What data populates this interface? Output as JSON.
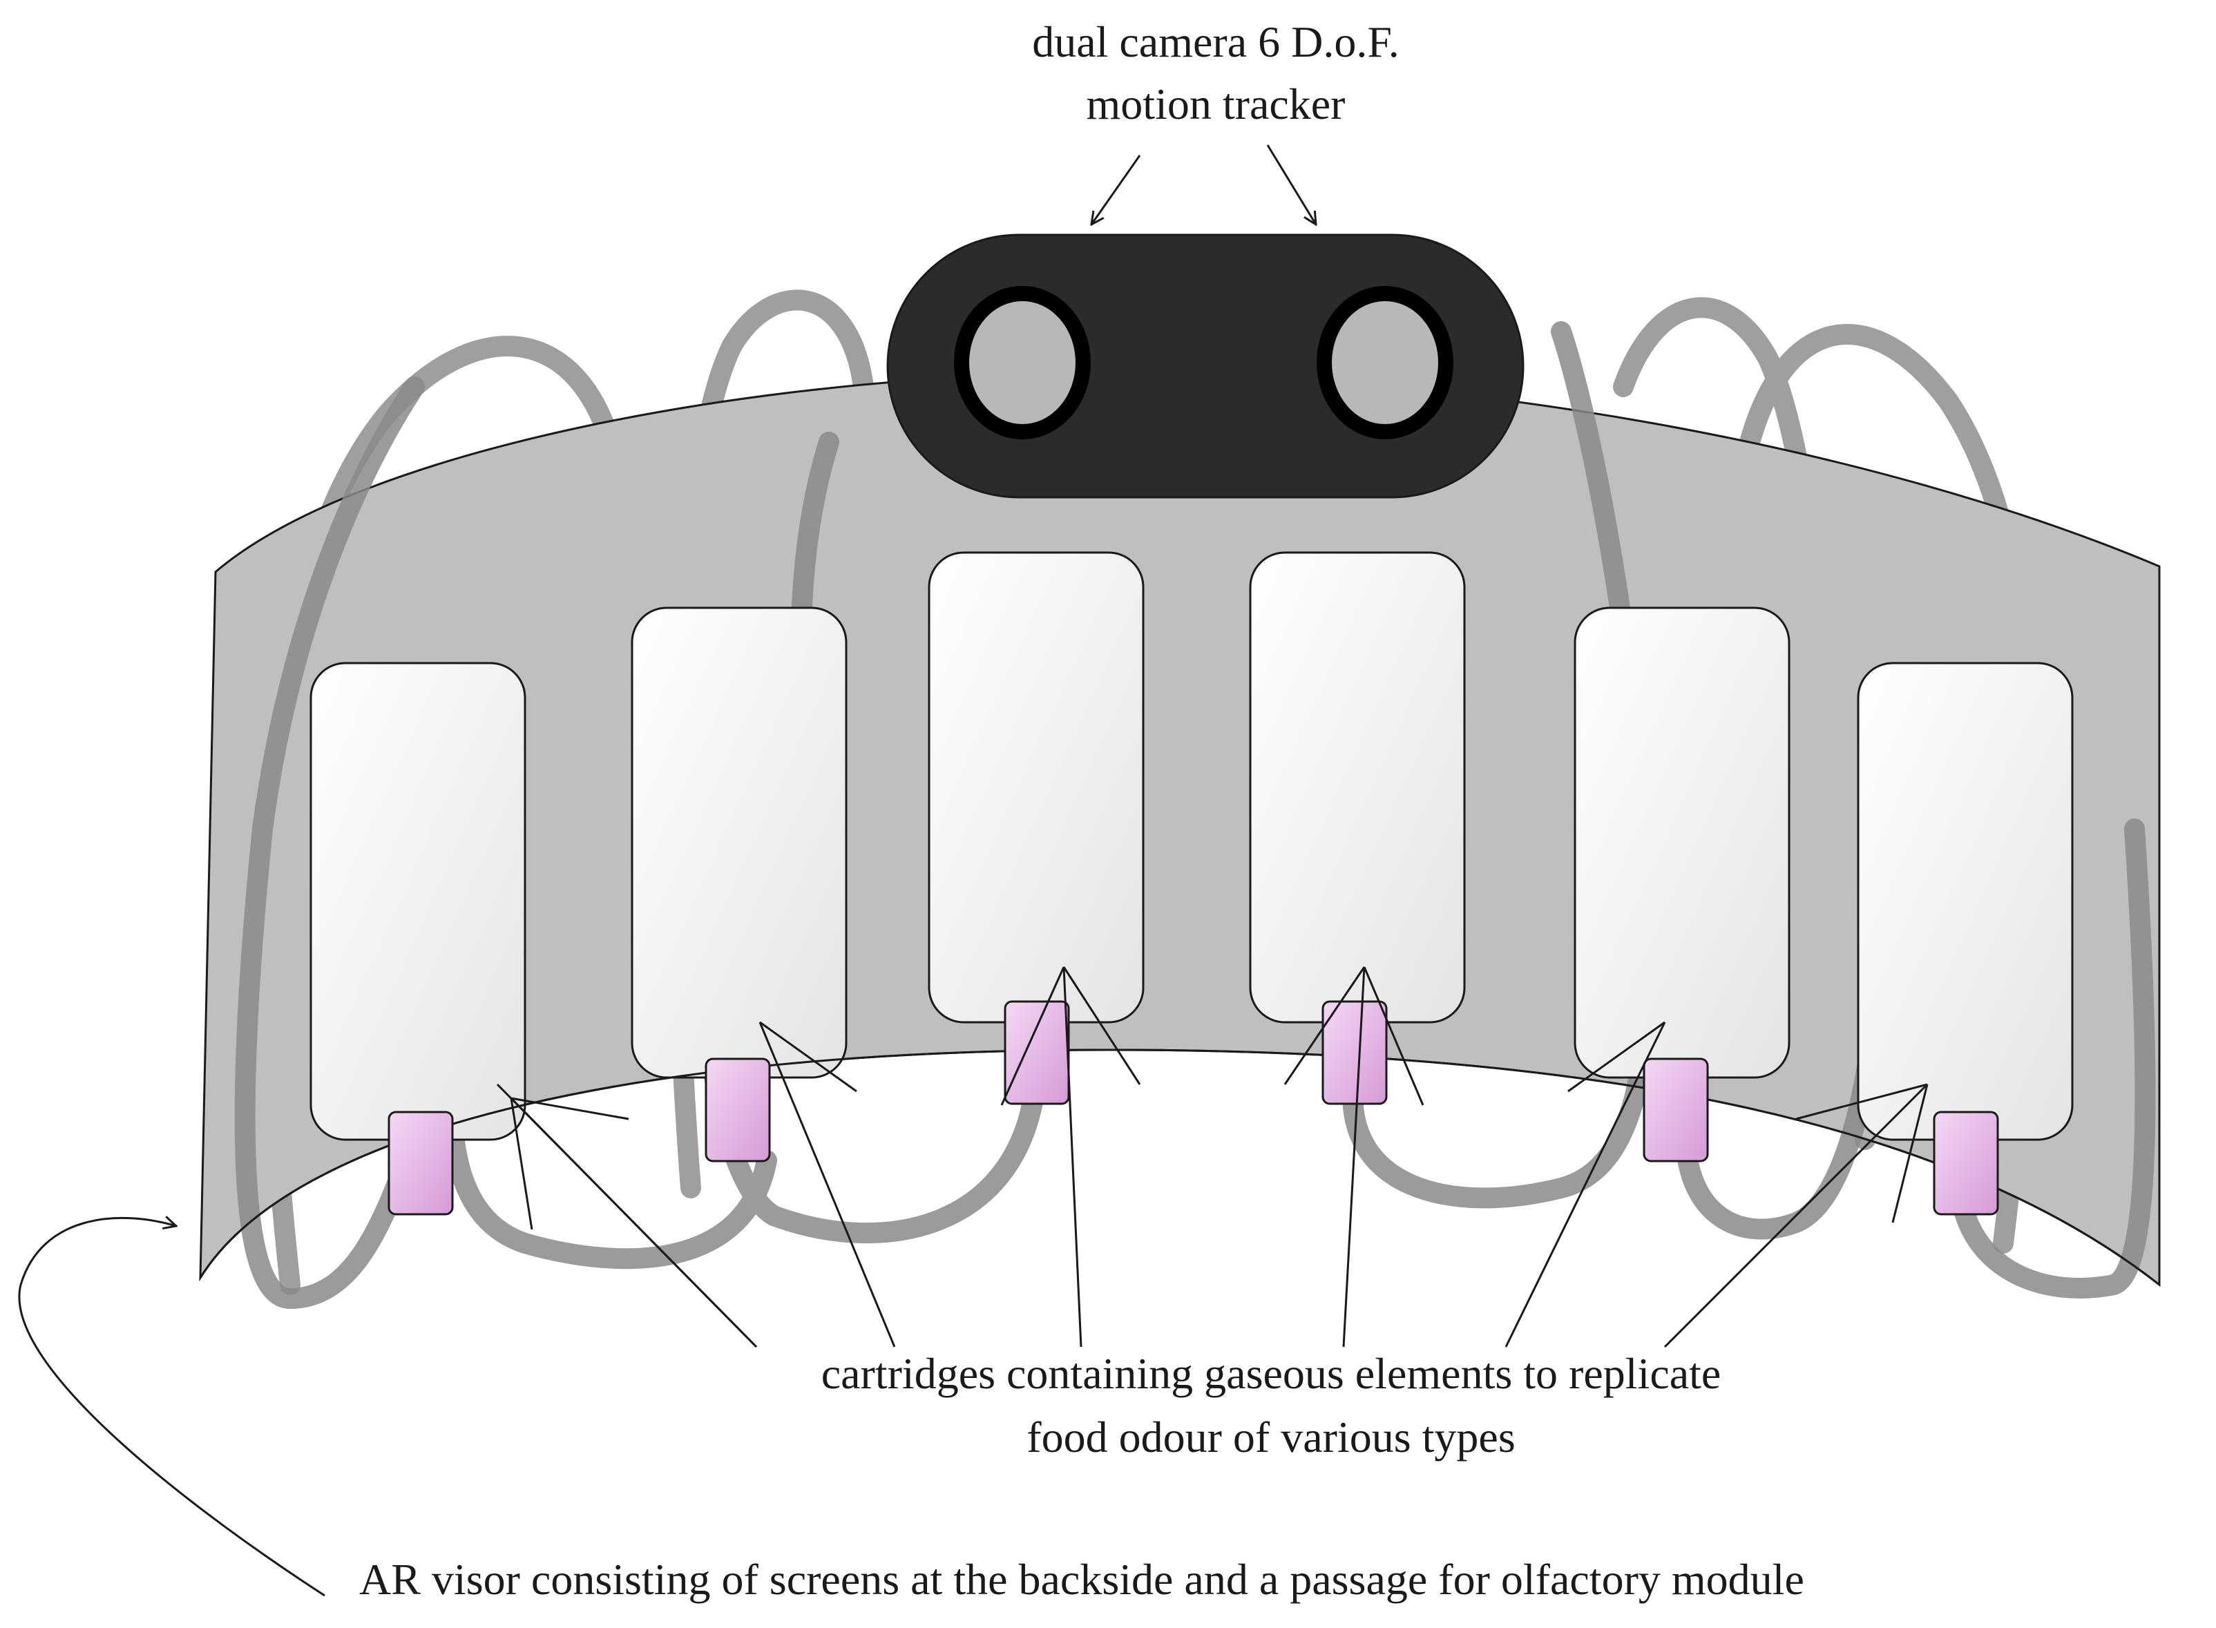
{
  "labels": {
    "tracker_line1": "dual camera 6 D.o.F.",
    "tracker_line2": "motion tracker",
    "cartridges_line1": "cartridges containing gaseous elements to replicate",
    "cartridges_line2": "food odour of various types",
    "visor": "AR visor  consisting of screens at the backside and a passage for olfactory module"
  },
  "colors": {
    "visor_fill": "#bdbdbd",
    "tube": "#8c8c8c",
    "tracker_body": "#2b2b2b",
    "lens": "#b8b8b8",
    "cartridge": "#e8b8e8",
    "screen": "#f4f4f4"
  }
}
